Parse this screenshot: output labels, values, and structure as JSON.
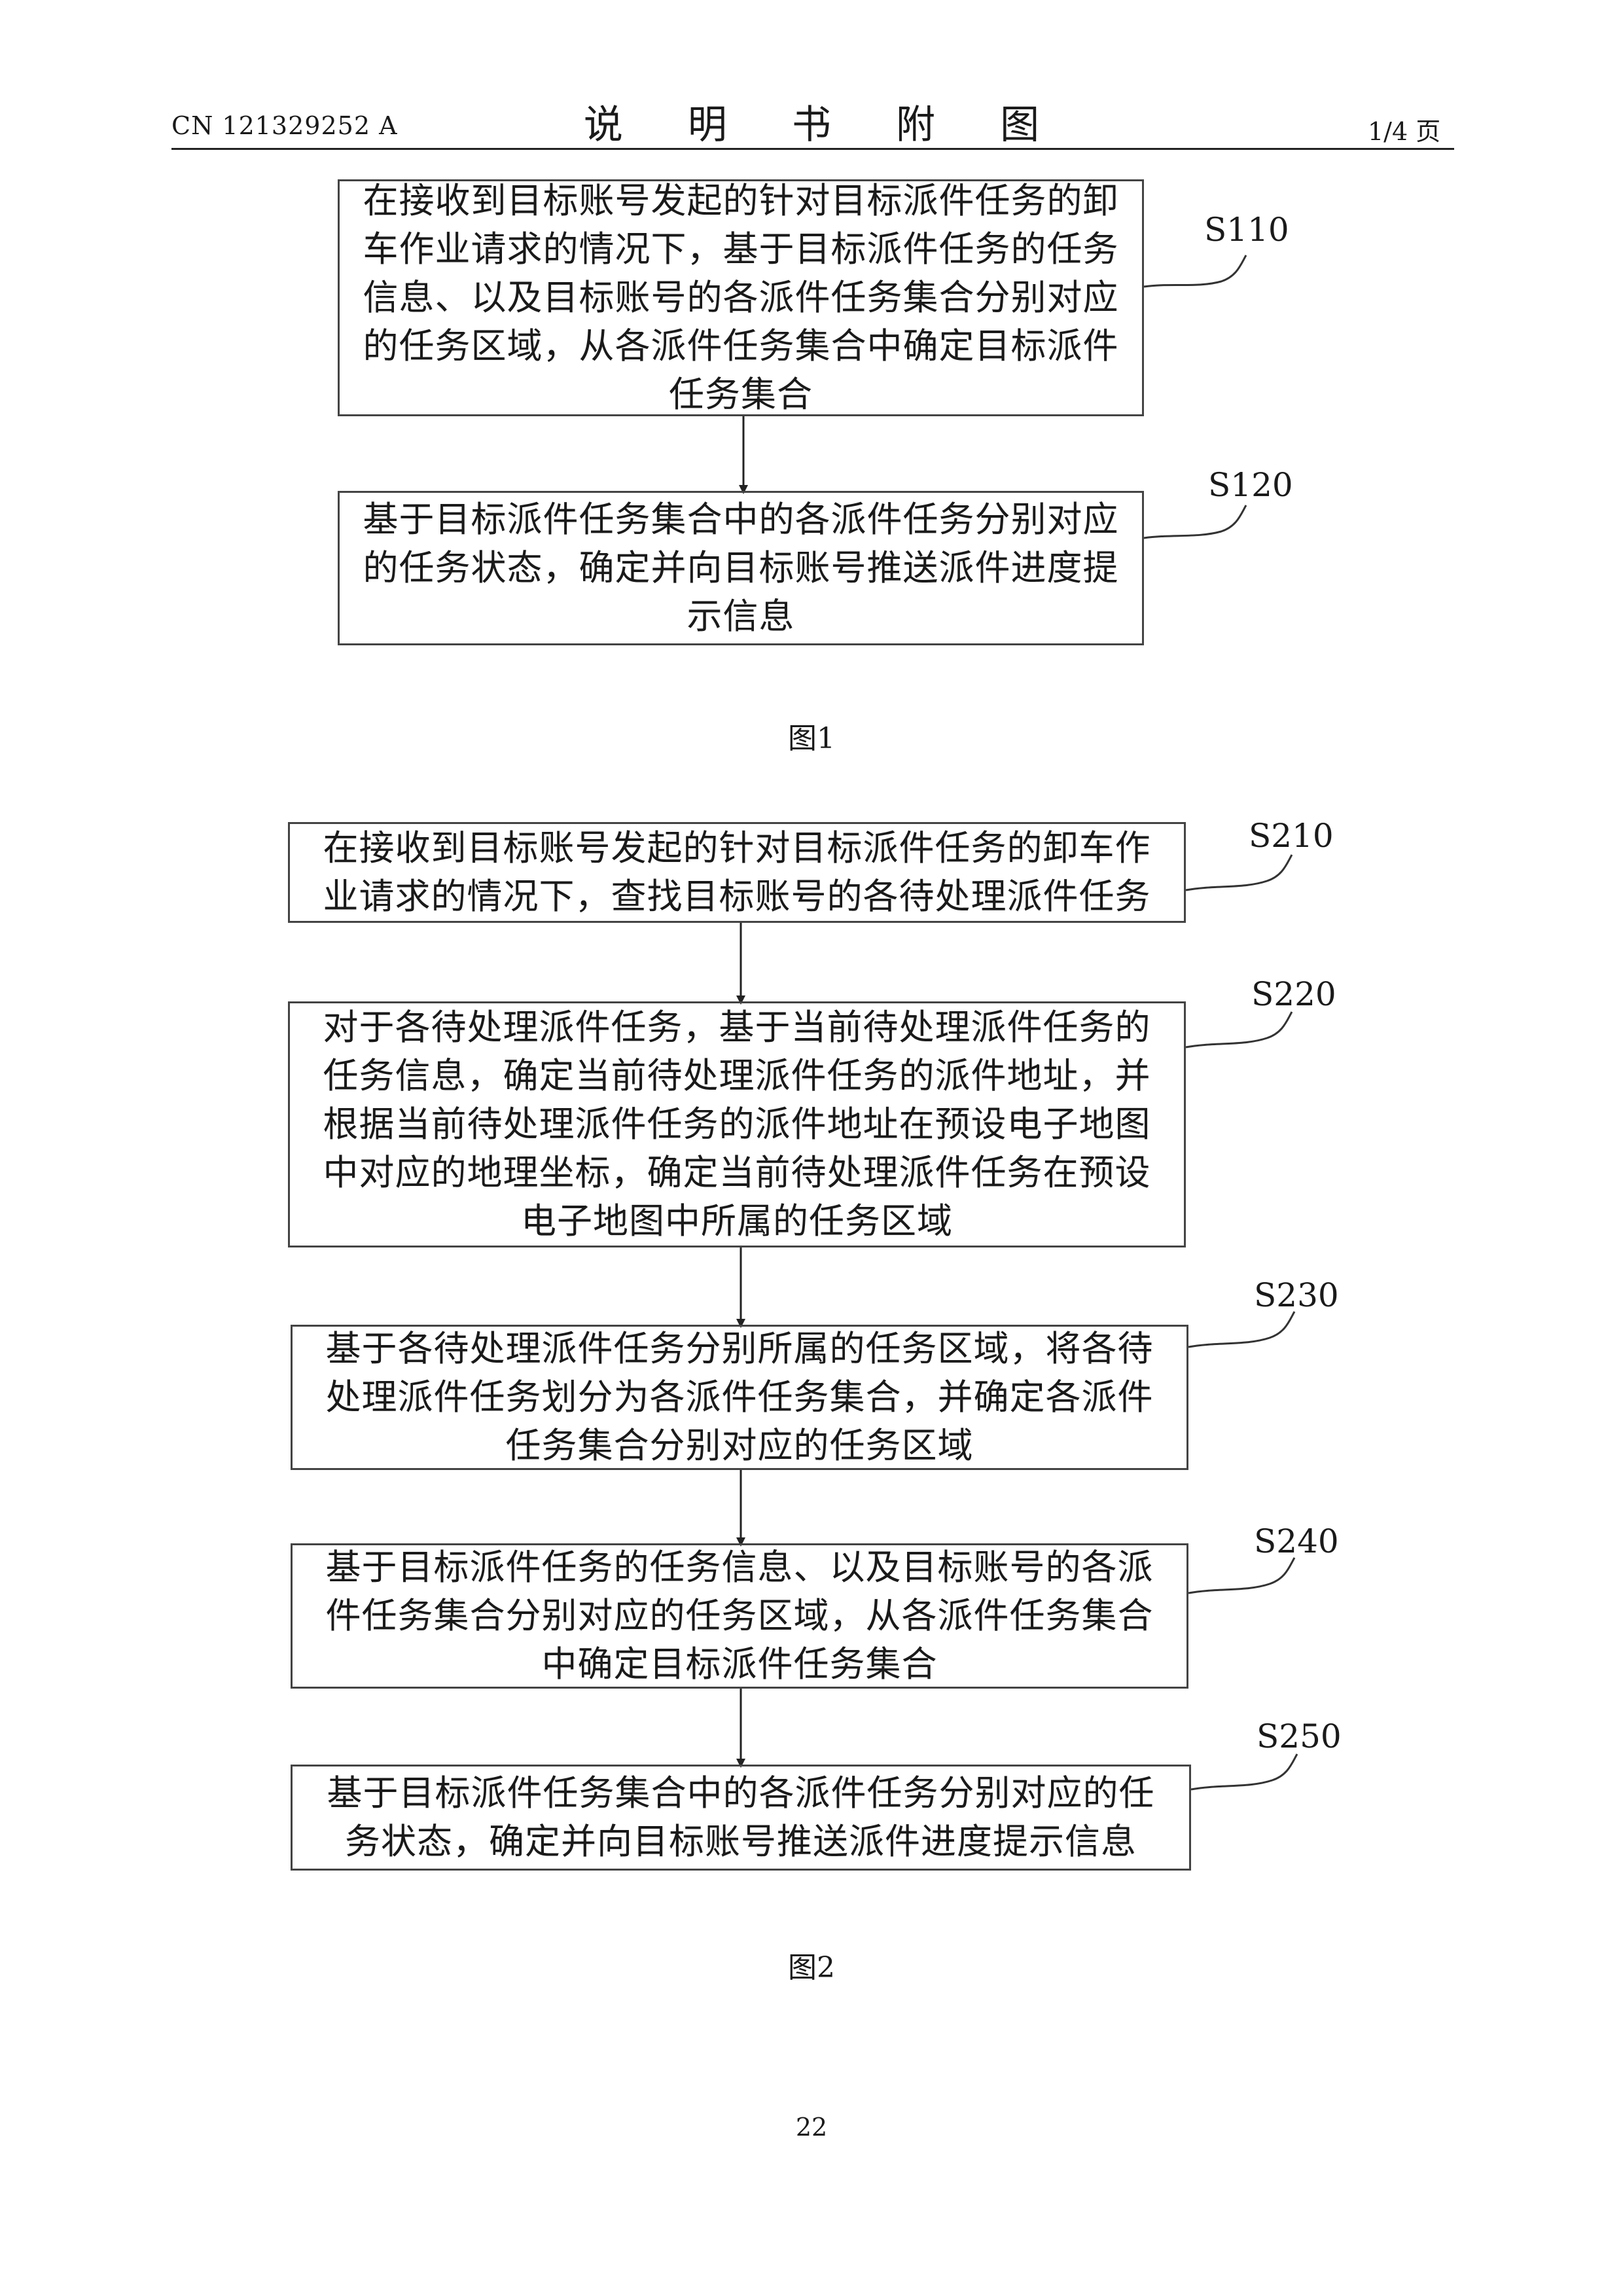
{
  "header": {
    "pub_number": "CN 121329252 A",
    "title": "说 明 书 附 图",
    "page_of": "1/4 页"
  },
  "figure1": {
    "caption": "图1",
    "steps": [
      {
        "label": "S110",
        "text": "在接收到目标账号发起的针对目标派件任务的卸车作业请求的情况下，基于目标派件任务的任务信息、以及目标账号的各派件任务集合分别对应的任务区域，从各派件任务集合中确定目标派件任务集合"
      },
      {
        "label": "S120",
        "text": "基于目标派件任务集合中的各派件任务分别对应的任务状态，确定并向目标账号推送派件进度提示信息"
      }
    ]
  },
  "figure2": {
    "caption": "图2",
    "steps": [
      {
        "label": "S210",
        "text": "在接收到目标账号发起的针对目标派件任务的卸车作业请求的情况下，查找目标账号的各待处理派件任务"
      },
      {
        "label": "S220",
        "text": "对于各待处理派件任务，基于当前待处理派件任务的任务信息，确定当前待处理派件任务的派件地址，并根据当前待处理派件任务的派件地址在预设电子地图中对应的地理坐标，确定当前待处理派件任务在预设电子地图中所属的任务区域"
      },
      {
        "label": "S230",
        "text": "基于各待处理派件任务分别所属的任务区域，将各待处理派件任务划分为各派件任务集合，并确定各派件任务集合分别对应的任务区域"
      },
      {
        "label": "S240",
        "text": "基于目标派件任务的任务信息、以及目标账号的各派件任务集合分别对应的任务区域，从各派件任务集合中确定目标派件任务集合"
      },
      {
        "label": "S250",
        "text": "基于目标派件任务集合中的各派件任务分别对应的任务状态，确定并向目标账号推送派件进度提示信息"
      }
    ]
  },
  "page_number": "22"
}
